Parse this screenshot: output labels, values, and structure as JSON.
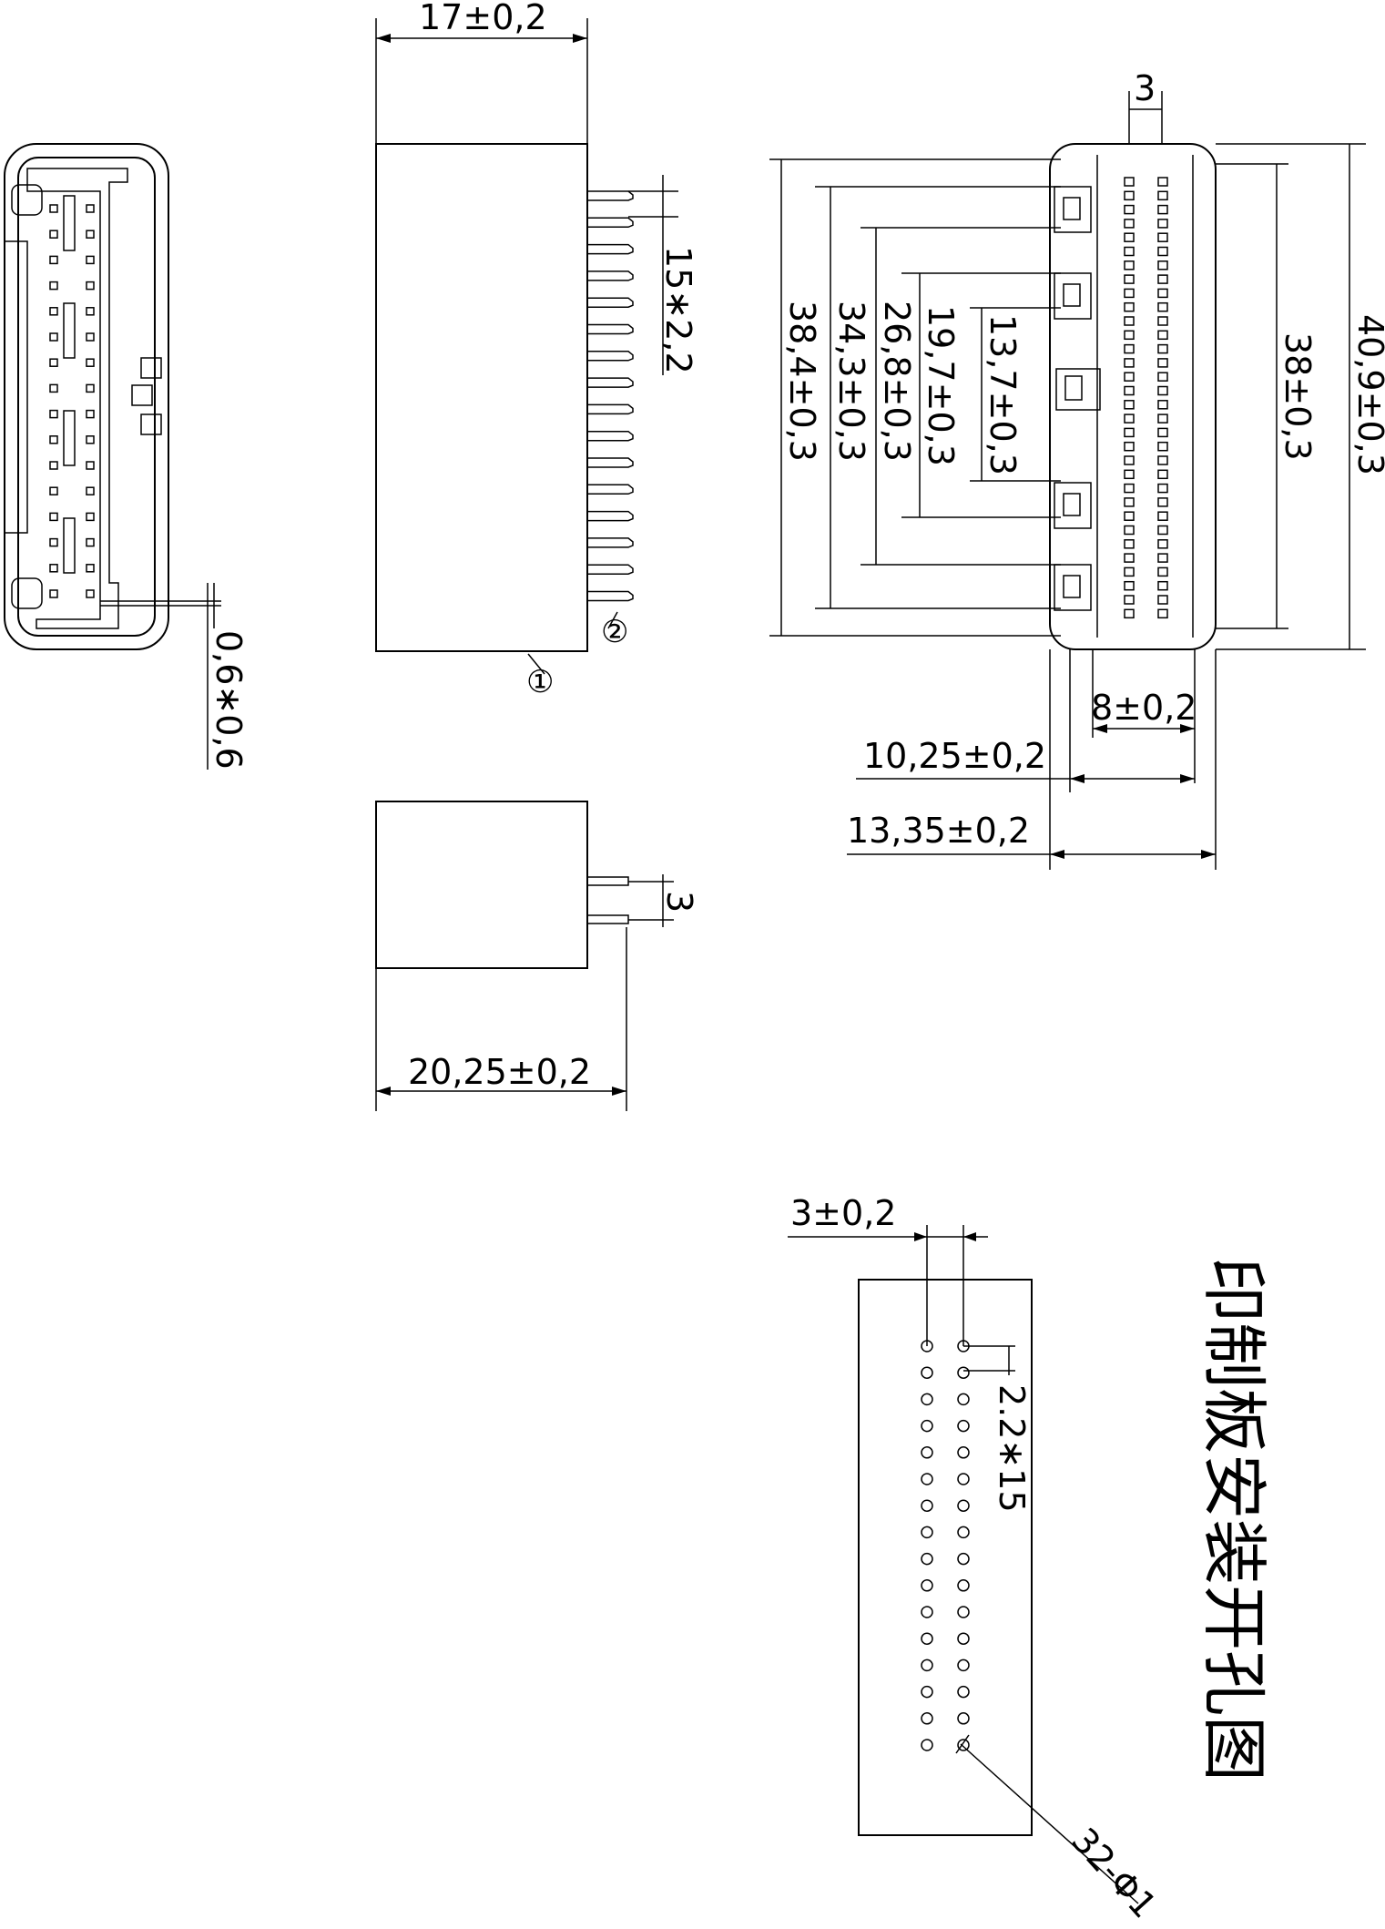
{
  "dimensions": {
    "side_width": "17±0,2",
    "pin_pitch_side": "15∗2,2",
    "pin_size": "0,6∗0,6",
    "marker_1": "①",
    "marker_2": "②",
    "dim_38_4": "38,4±0,3",
    "dim_34_3": "34,3±0,3",
    "dim_26_8": "26,8±0,3",
    "dim_19_7": "19,7±0,3",
    "dim_13_7": "13,7±0,3",
    "dim_38": "38±0,3",
    "dim_40_9": "40,9±0,3",
    "dim_3_top": "3",
    "dim_8": "8±0,2",
    "dim_10_25": "10,25±0,2",
    "dim_13_35": "13,35±0,2",
    "dim_3_bottom": "3",
    "dim_20_25": "20,25±0,2",
    "pcb_row_spacing": "3±0,2",
    "pcb_pitch": "2.2∗15",
    "pcb_holes": "32-Φ1"
  },
  "title_cn": "印制板安装开孔图"
}
